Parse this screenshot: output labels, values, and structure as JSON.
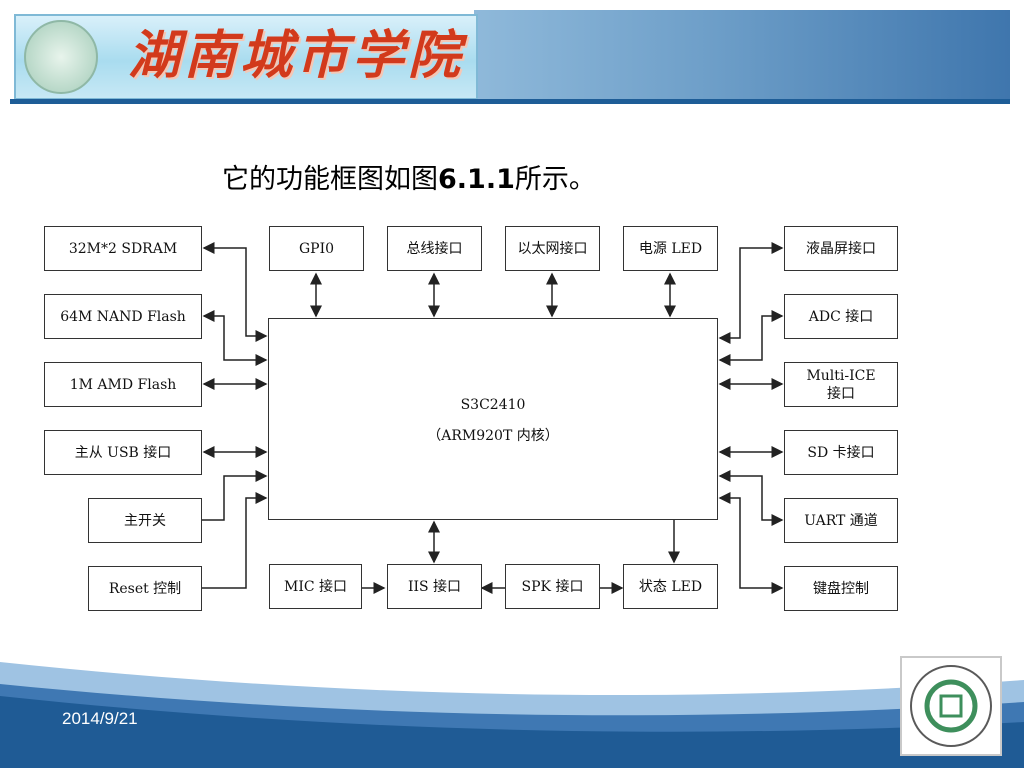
{
  "header": {
    "title": "湖南城市学院"
  },
  "heading": {
    "prefix": "它的功能框图如图",
    "figure_no": "6.1.1",
    "suffix": "所示。"
  },
  "diagram": {
    "core": {
      "line1": "S3C2410",
      "line2": "（ARM920T 内核）"
    },
    "left_blocks": [
      "32M*2 SDRAM",
      "64M NAND Flash",
      "1M AMD Flash",
      "主从 USB 接口",
      "主开关",
      "Reset 控制"
    ],
    "top_blocks": [
      "GPI0",
      "总线接口",
      "以太网接口",
      "电源 LED"
    ],
    "bottom_blocks": [
      "MIC 接口",
      "IIS 接口",
      "SPK 接口",
      "状态 LED"
    ],
    "right_blocks": [
      "液晶屏接口",
      "ADC 接口",
      "Multi-ICE\n接口",
      "SD 卡接口",
      "UART 通道",
      "键盘控制"
    ]
  },
  "footer": {
    "date": "2014/9/21"
  },
  "colors": {
    "banner_accent": "#1e5d97",
    "title_red": "#d23a1c",
    "footer_blue": "#1f5b95"
  }
}
